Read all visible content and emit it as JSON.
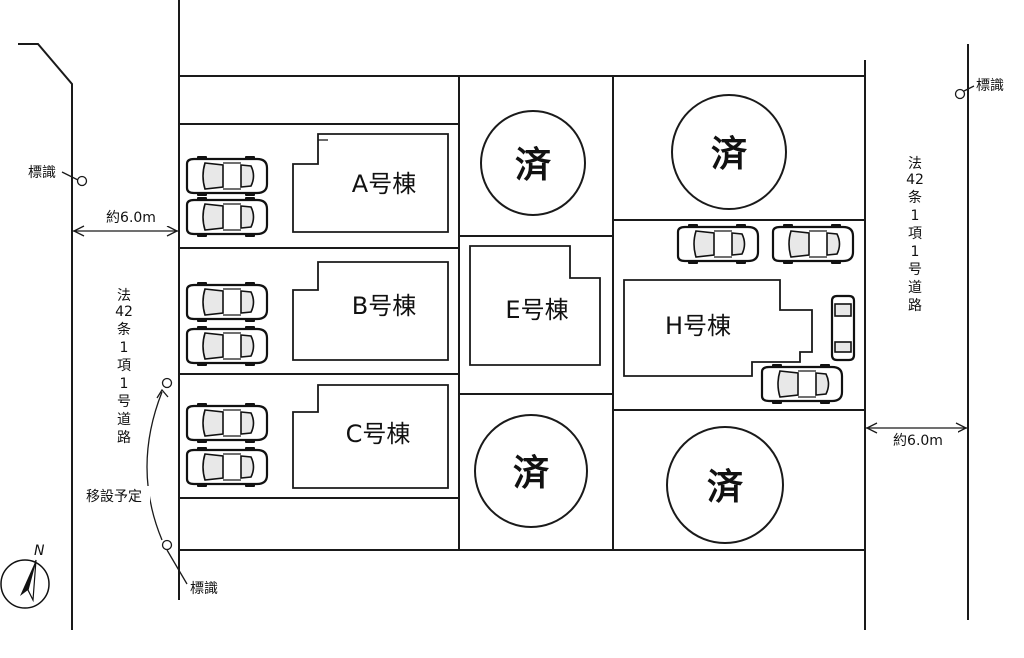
{
  "buildings": [
    {
      "id": "A",
      "label": "A号棟"
    },
    {
      "id": "B",
      "label": "B号棟"
    },
    {
      "id": "C",
      "label": "C号棟"
    },
    {
      "id": "E",
      "label": "E号棟"
    },
    {
      "id": "H",
      "label": "H号棟"
    }
  ],
  "sold_lots": [
    {
      "label": "済"
    },
    {
      "label": "済"
    },
    {
      "label": "済"
    },
    {
      "label": "済"
    }
  ],
  "roads": {
    "left": {
      "name_vertical": [
        "法",
        "42",
        "条",
        "1",
        "項",
        "1",
        "号",
        "道",
        "路"
      ],
      "width": "約6.0m"
    },
    "right": {
      "name_vertical": [
        "法",
        "42",
        "条",
        "1",
        "項",
        "1",
        "号",
        "道",
        "路"
      ],
      "width": "約6.0m"
    }
  },
  "markers": {
    "left_top": "標識",
    "left_bottom": "標識",
    "right_top": "標識",
    "relocation_note": "移設予定"
  },
  "compass": {
    "north": "N"
  }
}
